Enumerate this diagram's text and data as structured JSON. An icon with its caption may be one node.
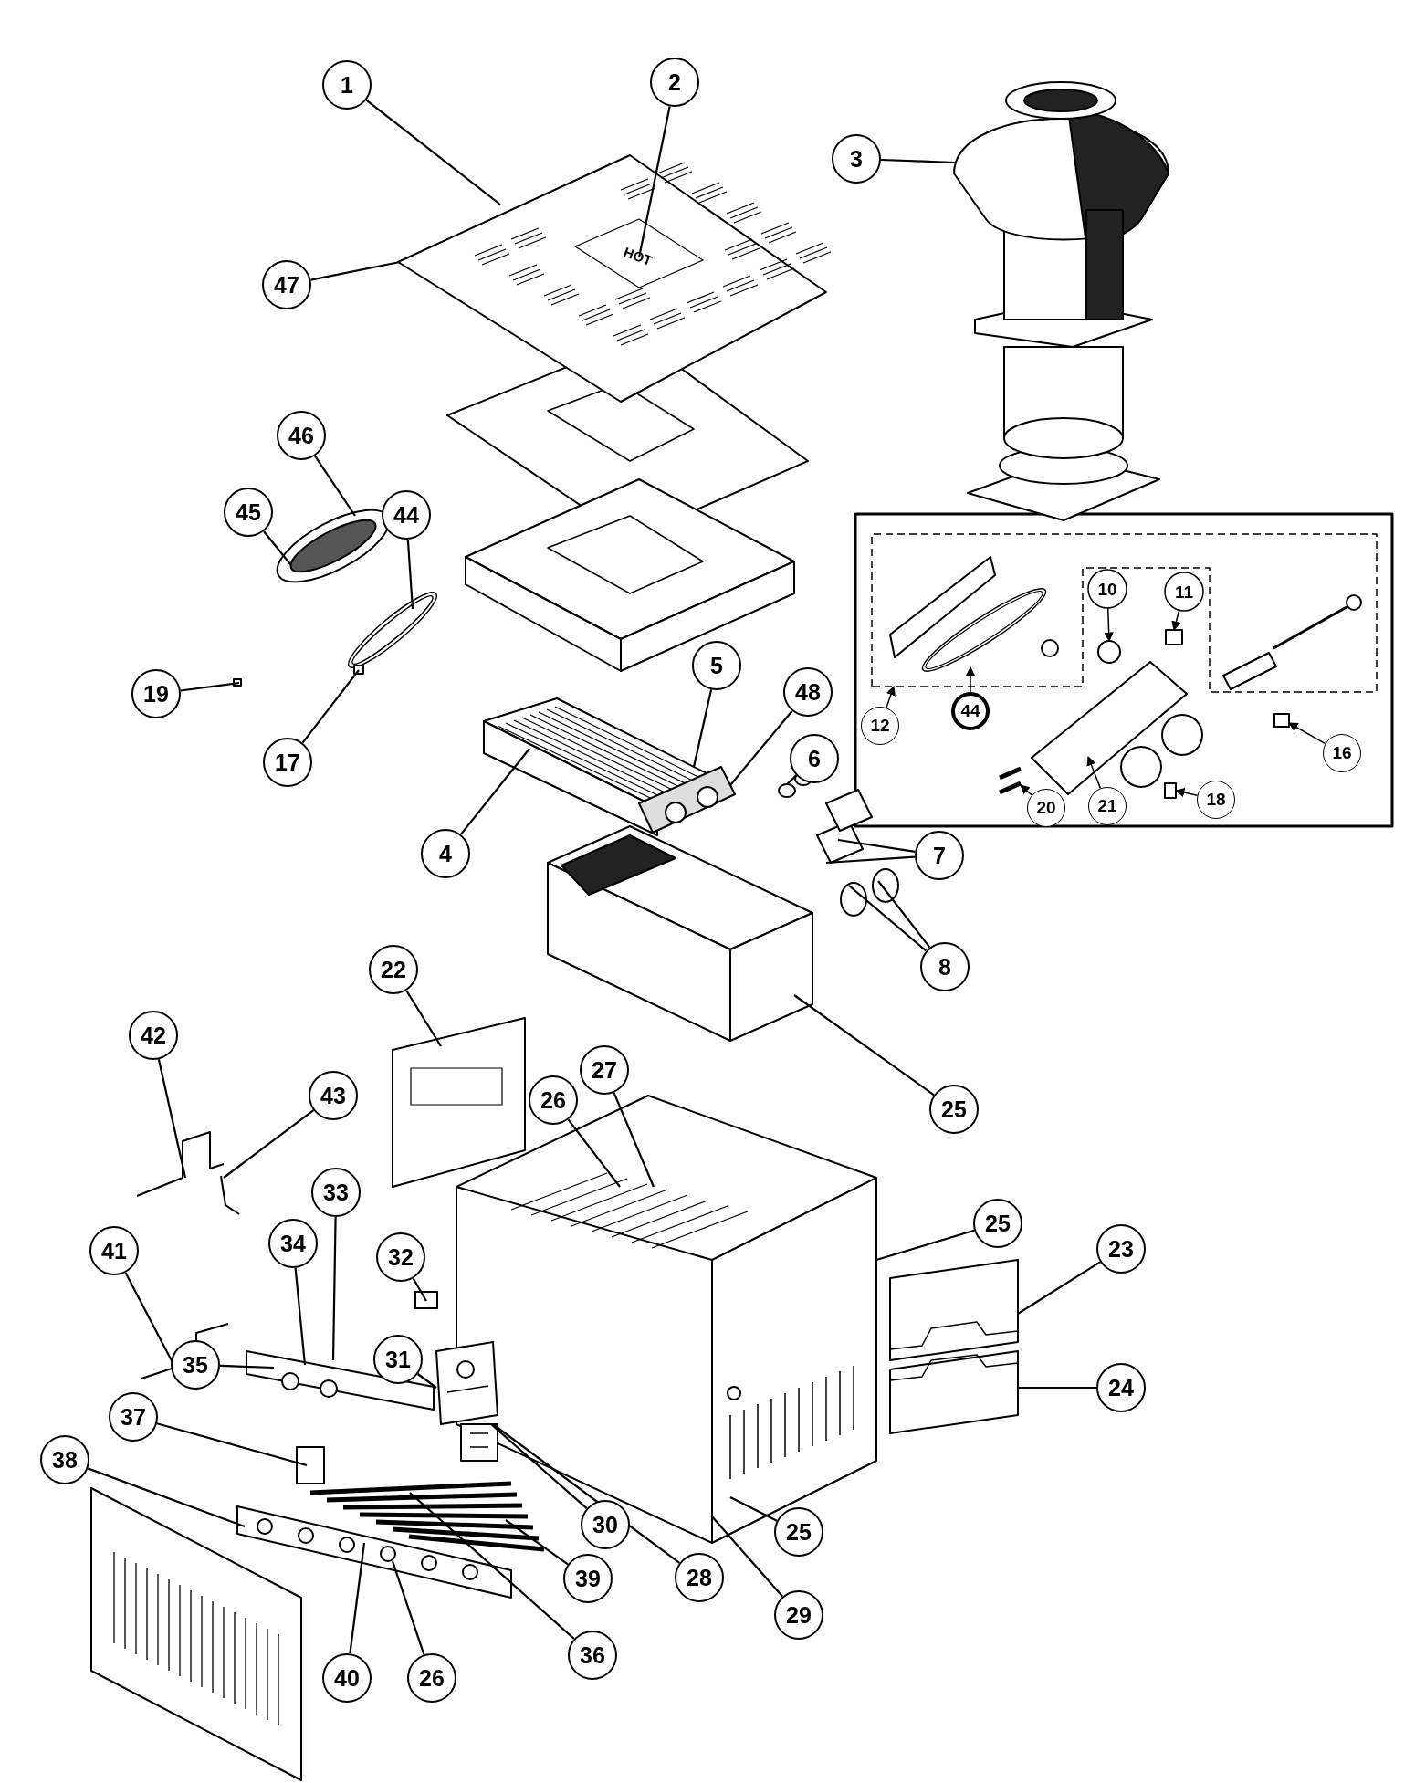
{
  "diagram": {
    "nodes": [
      {
        "text": [
          "1"
        ]
      },
      {
        "text": [
          "2"
        ]
      },
      {
        "text": [
          "3"
        ]
      },
      {
        "text": [
          "47"
        ]
      },
      {
        "text": [
          "46"
        ]
      },
      {
        "text": [
          "45"
        ]
      },
      {
        "text": [
          "44"
        ]
      },
      {
        "text": [
          "10"
        ],
        "in": 72
      },
      {
        "text": [
          "11"
        ],
        "in": 72
      },
      {
        "text": [
          "5"
        ]
      },
      {
        "text": [
          "19"
        ]
      },
      {
        "text": [
          "48"
        ]
      },
      {
        "text": [
          "12"
        ]
      },
      {
        "text": [
          "44"
        ]
      },
      {
        "text": [
          "16"
        ]
      },
      {
        "text": [
          "6"
        ]
      },
      {
        "text": [
          "17"
        ]
      },
      {
        "text": [
          "18"
        ]
      },
      {
        "text": [
          "20"
        ]
      },
      {
        "text": [
          "21"
        ]
      },
      {
        "text": [
          "4"
        ]
      },
      {
        "text": [
          "7"
        ]
      },
      {
        "text": [
          "8"
        ]
      },
      {
        "text": [
          "22"
        ]
      },
      {
        "text": [
          "42"
        ]
      },
      {
        "text": [
          "27"
        ]
      },
      {
        "text": [
          "26"
        ]
      },
      {
        "text": [
          "43"
        ]
      },
      {
        "text": [
          "25"
        ]
      },
      {
        "text": [
          "33"
        ]
      },
      {
        "text": [
          "25"
        ]
      },
      {
        "text": [
          "34"
        ]
      },
      {
        "text": [
          "23"
        ]
      },
      {
        "text": [
          "41"
        ]
      },
      {
        "text": [
          "32"
        ]
      },
      {
        "text": [
          "31"
        ]
      },
      {
        "text": [
          "35"
        ]
      },
      {
        "text": [
          "24"
        ]
      },
      {
        "text": [
          "37"
        ]
      },
      {
        "text": [
          "38"
        ]
      },
      {
        "text": [
          "30"
        ]
      },
      {
        "text": [
          "25"
        ]
      },
      {
        "text": [
          "28"
        ]
      },
      {
        "text": [
          "39"
        ]
      },
      {
        "text": [
          "29"
        ]
      },
      {
        "text": [
          "36"
        ]
      },
      {
        "text": [
          "40"
        ]
      },
      {
        "text": [
          "26"
        ]
      },
      {
        "text": [],
        "shape": "picture"
      },
      {
        "text": [],
        "shape": "picture"
      },
      {
        "text": [],
        "shape": "picture"
      },
      {
        "text": [],
        "shape": "picture"
      },
      {
        "text": [],
        "shape": "box"
      },
      {
        "text": [],
        "shape": "box"
      },
      {
        "text": [],
        "shape": "picture"
      },
      {
        "text": [],
        "shape": "picture"
      },
      {
        "text": [],
        "shape": "picture"
      },
      {
        "text": [],
        "shape": "picture"
      },
      {
        "text": [],
        "shape": "picture"
      },
      {
        "text": [],
        "shape": "picture"
      },
      {
        "text": [],
        "shape": "picture"
      },
      {
        "text": [],
        "shape": "picture"
      },
      {
        "text": [],
        "shape": "picture"
      },
      {
        "text": [],
        "shape": "picture"
      },
      {
        "text": [],
        "shape": "picture"
      },
      {
        "text": [],
        "shape": "picture"
      },
      {
        "text": [],
        "shape": "box"
      },
      {
        "text": [],
        "shape": "picture"
      },
      {
        "text": [],
        "shape": "picture"
      },
      {
        "text": [],
        "shape": "picture"
      },
      {
        "text": [],
        "shape": "circle",
        "in": 72
      },
      {
        "text": [],
        "shape": "box",
        "in": 72
      },
      {
        "text": [],
        "shape": "picture"
      },
      {
        "text": [],
        "shape": "picture",
        "in": 72
      },
      {
        "text": [],
        "shape": "box"
      },
      {
        "text": [],
        "shape": "box"
      },
      {
        "text": [],
        "shape": "picture"
      },
      {
        "text": [],
        "shape": "picture"
      }
    ],
    "edges": [
      {
        "from": 0,
        "to": 48,
        "arrow": "none"
      },
      {
        "from": 1,
        "to": 48,
        "arrow": "none"
      },
      {
        "from": 2,
        "to": 49,
        "arrow": "none"
      },
      {
        "from": 3,
        "to": 48,
        "arrow": "none"
      },
      {
        "from": 4,
        "to": 50,
        "arrow": "none"
      },
      {
        "from": 5,
        "to": 50,
        "arrow": "none"
      },
      {
        "from": 6,
        "to": 51,
        "arrow": "none"
      },
      {
        "from": 7,
        "to": 70,
        "arrow": "to"
      },
      {
        "from": 8,
        "to": 71,
        "arrow": "to"
      },
      {
        "from": 9,
        "to": 54,
        "arrow": "none"
      },
      {
        "from": 10,
        "to": 52,
        "arrow": "none"
      },
      {
        "from": 11,
        "to": 54,
        "arrow": "none"
      },
      {
        "from": 12,
        "to": 72,
        "arrow": "to"
      },
      {
        "from": 13,
        "to": 73,
        "arrow": "to"
      },
      {
        "from": 14,
        "to": 74,
        "arrow": "to"
      },
      {
        "from": 15,
        "to": 55,
        "arrow": "none"
      },
      {
        "from": 16,
        "to": 53,
        "arrow": "none"
      },
      {
        "from": 17,
        "to": 75,
        "arrow": "to"
      },
      {
        "from": 18,
        "to": 76,
        "arrow": "to"
      },
      {
        "from": 19,
        "to": 77,
        "arrow": "to"
      },
      {
        "from": 20,
        "to": 54,
        "arrow": "none"
      },
      {
        "from": 21,
        "to": 56,
        "arrow": "none"
      },
      {
        "from": 21,
        "to": 56,
        "arrow": "none"
      },
      {
        "from": 22,
        "to": 57,
        "arrow": "none"
      },
      {
        "from": 22,
        "to": 57,
        "arrow": "none"
      },
      {
        "from": 23,
        "to": 59,
        "arrow": "none"
      },
      {
        "from": 24,
        "to": 60,
        "arrow": "none"
      },
      {
        "from": 25,
        "to": 62,
        "arrow": "none"
      },
      {
        "from": 26,
        "to": 62,
        "arrow": "none"
      },
      {
        "from": 27,
        "to": 61,
        "arrow": "none"
      },
      {
        "from": 28,
        "to": 58,
        "arrow": "none"
      },
      {
        "from": 29,
        "to": 67,
        "arrow": "none"
      },
      {
        "from": 30,
        "to": 62,
        "arrow": "none"
      },
      {
        "from": 31,
        "to": 67,
        "arrow": "none"
      },
      {
        "from": 32,
        "to": 63,
        "arrow": "none"
      },
      {
        "from": 33,
        "to": 65,
        "arrow": "none"
      },
      {
        "from": 34,
        "to": 66,
        "arrow": "none"
      },
      {
        "from": 35,
        "to": 68,
        "arrow": "none"
      },
      {
        "from": 36,
        "to": 67,
        "arrow": "none"
      },
      {
        "from": 37,
        "to": 64,
        "arrow": "none"
      },
      {
        "from": 38,
        "to": 69,
        "arrow": "none"
      },
      {
        "from": 39,
        "to": 69,
        "arrow": "none"
      },
      {
        "from": 40,
        "to": 68,
        "arrow": "none"
      },
      {
        "from": 41,
        "to": 62,
        "arrow": "none"
      },
      {
        "from": 42,
        "to": 68,
        "arrow": "none"
      },
      {
        "from": 43,
        "to": 69,
        "arrow": "none"
      },
      {
        "from": 44,
        "to": 62,
        "arrow": "none"
      },
      {
        "from": 45,
        "to": 69,
        "arrow": "none"
      },
      {
        "from": 46,
        "to": 69,
        "arrow": "none"
      },
      {
        "from": 47,
        "to": 69,
        "arrow": "none"
      }
    ],
    "labels": [
      "HOT"
    ]
  }
}
